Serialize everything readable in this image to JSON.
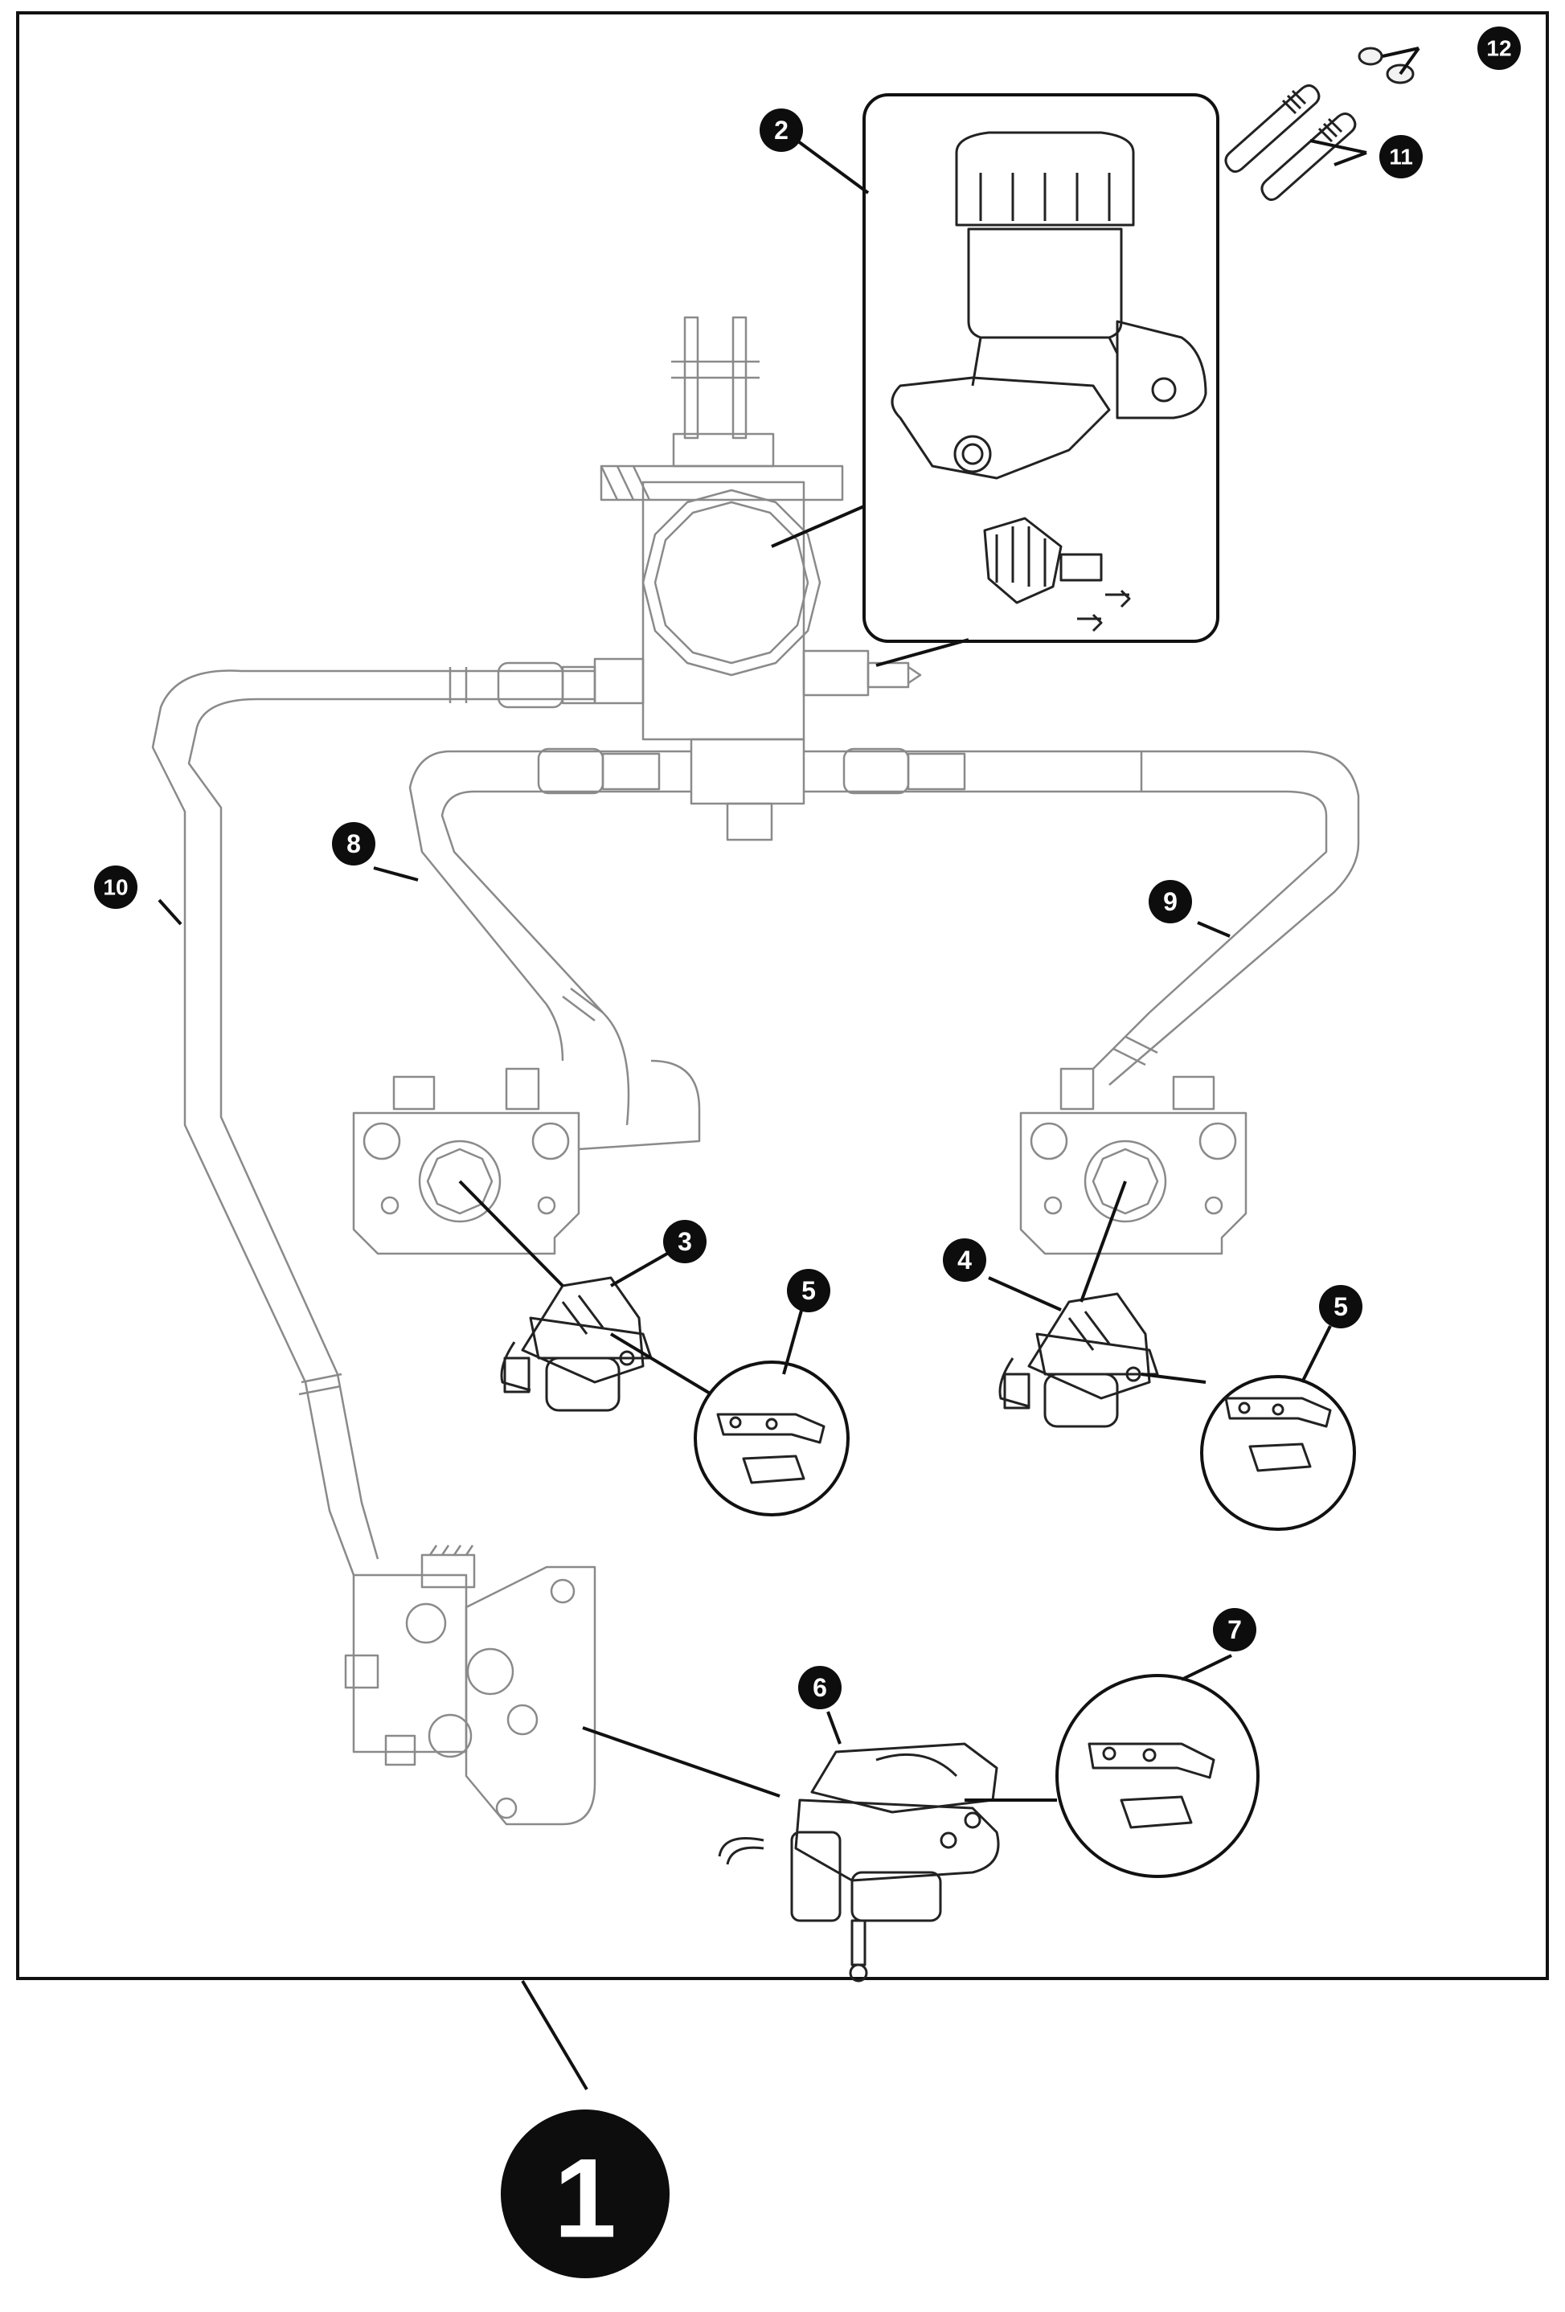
{
  "diagram": {
    "main_label": "1",
    "callouts": {
      "c2": "2",
      "c3": "3",
      "c4": "4",
      "c5a": "5",
      "c5b": "5",
      "c6": "6",
      "c7": "7",
      "c8": "8",
      "c9": "9",
      "c10": "10",
      "c11": "11",
      "c12": "12"
    }
  },
  "colors": {
    "line": "#111111",
    "faded": "#8a8a8a",
    "callout": "#0d0d0d"
  }
}
